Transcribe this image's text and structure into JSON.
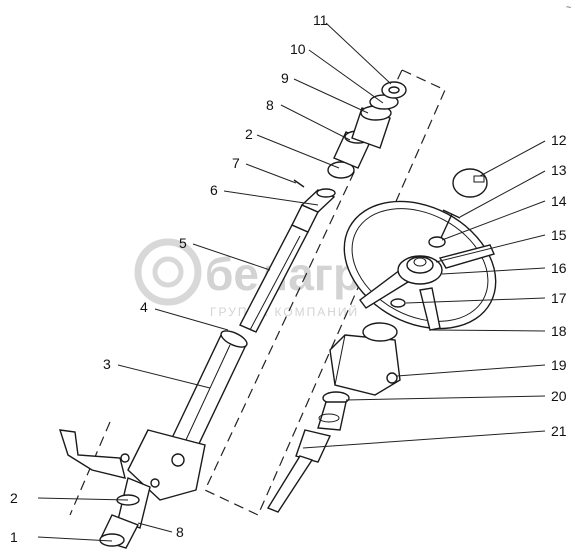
{
  "watermark": {
    "brand": "белагро",
    "tagline": "ГРУППА КОМПАНИЙ"
  },
  "corner_mark": "~",
  "callouts": [
    "1",
    "2",
    "3",
    "4",
    "5",
    "6",
    "7",
    "8",
    "9",
    "10",
    "11",
    "12",
    "13",
    "14",
    "15",
    "16",
    "17",
    "18",
    "19",
    "20",
    "21",
    "2",
    "8"
  ]
}
